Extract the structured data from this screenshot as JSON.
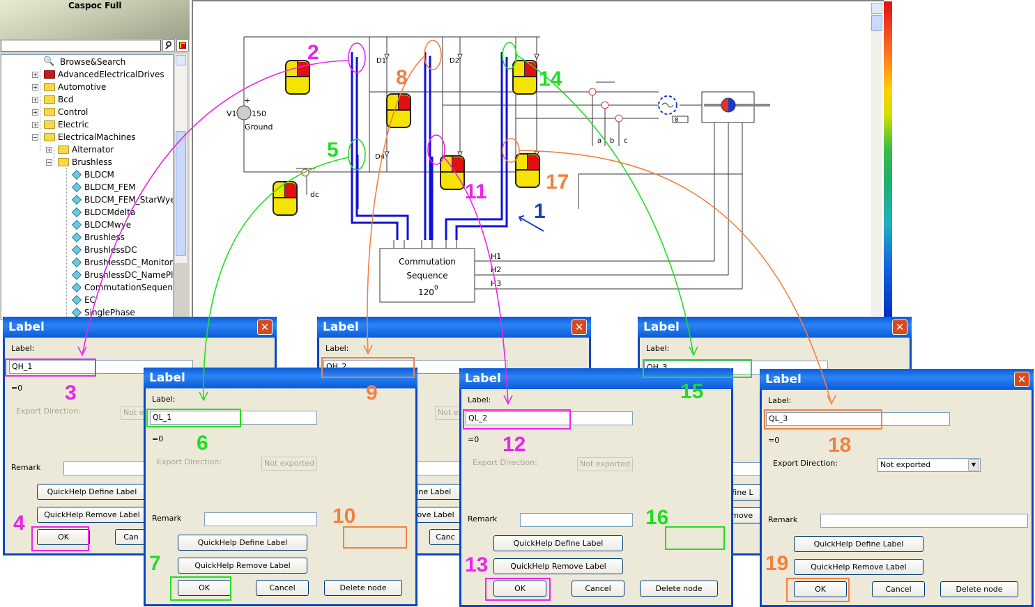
{
  "app": {
    "title": "Caspoc Full",
    "search_value": ""
  },
  "tree": {
    "items": [
      {
        "label": "Browse&Search",
        "icon": "binoculars-icon"
      },
      {
        "label": "AdvancedElectricalDrives",
        "icon": "red-folder-icon"
      },
      {
        "label": "Automotive",
        "icon": "folder-icon"
      },
      {
        "label": "Bcd",
        "icon": "folder-icon"
      },
      {
        "label": "Control",
        "icon": "folder-icon"
      },
      {
        "label": "Electric",
        "icon": "folder-icon"
      },
      {
        "label": "ElectricalMachines",
        "icon": "folder-icon"
      },
      {
        "label": "Alternator",
        "icon": "folder-icon"
      },
      {
        "label": "Brushless",
        "icon": "folder-icon"
      },
      {
        "label": "BLDCM",
        "icon": "component-icon"
      },
      {
        "label": "BLDCM_FEM",
        "icon": "component-icon"
      },
      {
        "label": "BLDCM_FEM_StarWye",
        "icon": "component-icon"
      },
      {
        "label": "BLDCMdelta",
        "icon": "component-icon"
      },
      {
        "label": "BLDCMwye",
        "icon": "component-icon"
      },
      {
        "label": "Brushless",
        "icon": "component-icon"
      },
      {
        "label": "BrushlessDC",
        "icon": "component-icon"
      },
      {
        "label": "BrushlessDC_Monitor",
        "icon": "component-icon"
      },
      {
        "label": "BrushlessDC_NamePla",
        "icon": "component-icon"
      },
      {
        "label": "CommutationSequence",
        "icon": "component-icon"
      },
      {
        "label": "EC",
        "icon": "component-icon"
      },
      {
        "label": "SinglePhase",
        "icon": "component-icon"
      }
    ]
  },
  "schematic": {
    "source_label": "V1",
    "source_value": "150",
    "ground_label": "Ground",
    "plus_sign": "+",
    "switch_labels": [
      "D1",
      "D2",
      "D4"
    ],
    "current_label": "dc",
    "phase_labels": [
      "a",
      "b",
      "c"
    ],
    "zero_label": "0",
    "commutation_block": {
      "line1": "Commutation",
      "line2": "Sequence",
      "line3": "120",
      "superscript": "0"
    },
    "hall_labels": [
      "H1",
      "H2",
      "H3"
    ]
  },
  "step_numbers": {
    "n1": "1",
    "n2": "2",
    "n3": "3",
    "n4": "4",
    "n5": "5",
    "n6": "6",
    "n7": "7",
    "n8": "8",
    "n9": "9",
    "n10": "10",
    "n11": "11",
    "n12": "12",
    "n13": "13",
    "n14": "14",
    "n15": "15",
    "n16": "16",
    "n17": "17",
    "n18": "18",
    "n19": "19"
  },
  "dialog_common": {
    "title": "Label",
    "close_glyph": "✕",
    "label_caption": "Label:",
    "value_text": "=0",
    "export_caption": "Export Direction:",
    "export_value": "Not exported",
    "export_value_clipped": "Not ex",
    "remark_caption": "Remark",
    "define_btn": "QuickHelp Define Label",
    "remove_btn": "QuickHelp Remove Label",
    "remove_btn_clipped": "QuickHelp Remove",
    "define_btn_clipped": "QuickHelp Define L",
    "ok_btn": "OK",
    "cancel_btn": "Cancel",
    "cancel_btn_clipped": "Can",
    "cancel_btn_clipped2": "Canc",
    "delete_btn": "Delete node"
  },
  "dialogs": {
    "qh1": {
      "label_value": "QH_1"
    },
    "ql1": {
      "label_value": "QL_1"
    },
    "qh2": {
      "label_value": "QH_2"
    },
    "ql2": {
      "label_value": "QL_2"
    },
    "qh3": {
      "label_value": "QH_3"
    },
    "ql3": {
      "label_value": "QL_3"
    }
  },
  "colors": {
    "magenta": "#ee22ee",
    "green": "#22dd22",
    "orange": "#f28040",
    "blue": "#1a3acc",
    "wire_blue": "#1010dd",
    "titlebar": "#0a5bd8"
  }
}
